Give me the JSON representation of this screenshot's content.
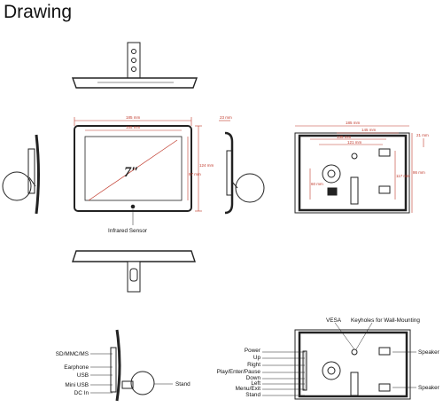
{
  "title": "Drawing",
  "front_view": {
    "screen_size": "7″",
    "sensor_label": "Infrared Sensor",
    "dims": {
      "width_outer": "185 mm",
      "width_inner": "155 mm",
      "height_outer": "124 mm",
      "height_inner": "87 mm",
      "depth": "23 mm"
    }
  },
  "back_view": {
    "dims": {
      "width_outer": "185 mm",
      "width_mid": "145 mm",
      "width_135": "135 mm",
      "width_121": "121 mm",
      "height_outer": "86 mm",
      "height_inner": "117 mm",
      "vesa": "60 mm",
      "depth": "21 mm"
    }
  },
  "side_labels": [
    "SD/MMC/MS",
    "Earphone",
    "USB",
    "Mini USB",
    "DC In"
  ],
  "stand_label": "Stand",
  "back_labels": {
    "vesa": "VESA",
    "keyholes": "Keyholes for Wall-Mounting",
    "speaker_top": "Speaker",
    "speaker_bottom": "Speaker"
  },
  "button_labels": [
    "Power",
    "Up",
    "Right",
    "Play/Enter/Pause",
    "Down",
    "Left",
    "Menu/Exit",
    "Stand"
  ],
  "colors": {
    "dimension": "#c0392b",
    "outline": "#222222"
  }
}
